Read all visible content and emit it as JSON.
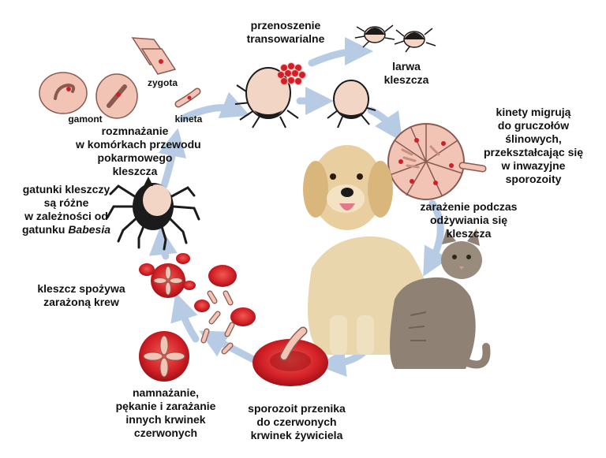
{
  "labels": {
    "transovarial": [
      "przenoszenie",
      "transowarialne"
    ],
    "larva": [
      "larwa",
      "kleszcza"
    ],
    "kinetes": [
      "kinety migrują",
      "do gruczołów",
      "ślinowych,",
      "przekształcając się",
      "w inwazyjne",
      "sporozoity"
    ],
    "infection": [
      "zarażenie podczas",
      "odżywiania się",
      "kleszcza"
    ],
    "sporozoite": [
      "sporozoit przenika",
      "do czerwonych",
      "krwinek żywiciela"
    ],
    "multiplication": [
      "namnażanie,",
      "pękanie i zarażanie",
      "innych krwinek",
      "czerwonych"
    ],
    "tick_feeds": [
      "kleszcz spożywa",
      "zarażoną krew"
    ],
    "species_line1": "gatunki kleszczy",
    "species_line2": "są różne",
    "species_line3": "w zależności od",
    "species_line4_prefix": "gatunku ",
    "species_line4_italic": "Babesia",
    "reproduction": [
      "rozmnażanie",
      "w komórkach przewodu",
      "pokarmowego",
      "kleszcza"
    ],
    "zygote": "zygota",
    "gamont": "gamont",
    "kineta": "kineta"
  },
  "colors": {
    "arrow": "#b7cce4",
    "cell_fill": "#f2c4b6",
    "cell_stroke": "#8a5a50",
    "rbc_red": "#d21f26",
    "rbc_dark": "#9e1218",
    "tick_body": "#f3d5c6",
    "tick_dark": "#1b1b1b",
    "dog": "#e9cf9f",
    "cat": "#8f8274"
  }
}
